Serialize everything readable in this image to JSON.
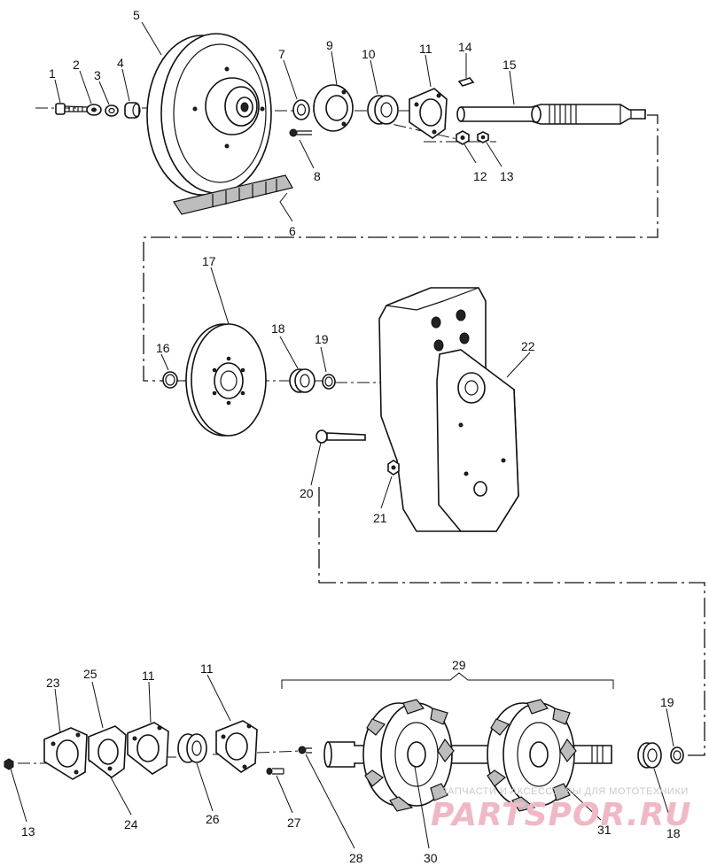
{
  "diagram": {
    "callouts": [
      {
        "id": "c1",
        "text": "1"
      },
      {
        "id": "c2",
        "text": "2"
      },
      {
        "id": "c3",
        "text": "3"
      },
      {
        "id": "c4",
        "text": "4"
      },
      {
        "id": "c5",
        "text": "5"
      },
      {
        "id": "c6",
        "text": "6"
      },
      {
        "id": "c7",
        "text": "7"
      },
      {
        "id": "c8",
        "text": "8"
      },
      {
        "id": "c9",
        "text": "9"
      },
      {
        "id": "c10",
        "text": "10"
      },
      {
        "id": "c11a",
        "text": "11"
      },
      {
        "id": "c12",
        "text": "12"
      },
      {
        "id": "c13a",
        "text": "13"
      },
      {
        "id": "c14",
        "text": "14"
      },
      {
        "id": "c15",
        "text": "15"
      },
      {
        "id": "c16",
        "text": "16"
      },
      {
        "id": "c17",
        "text": "17"
      },
      {
        "id": "c18a",
        "text": "18"
      },
      {
        "id": "c19a",
        "text": "19"
      },
      {
        "id": "c20",
        "text": "20"
      },
      {
        "id": "c21",
        "text": "21"
      },
      {
        "id": "c22",
        "text": "22"
      },
      {
        "id": "c23",
        "text": "23"
      },
      {
        "id": "c25",
        "text": "25"
      },
      {
        "id": "c11b",
        "text": "11"
      },
      {
        "id": "c11c",
        "text": "11"
      },
      {
        "id": "c29",
        "text": "29"
      },
      {
        "id": "c19b",
        "text": "19"
      },
      {
        "id": "c13b",
        "text": "13"
      },
      {
        "id": "c24",
        "text": "24"
      },
      {
        "id": "c26",
        "text": "26"
      },
      {
        "id": "c27",
        "text": "27"
      },
      {
        "id": "c28",
        "text": "28"
      },
      {
        "id": "c30",
        "text": "30"
      },
      {
        "id": "c31",
        "text": "31"
      },
      {
        "id": "c18b",
        "text": "18"
      }
    ]
  },
  "watermark": {
    "caption": "ЗАПЧАСТИ И АКСЕССУАРЫ ДЛЯ МОТОТЕХНИКИ",
    "brand": "PARTSPOR.RU"
  }
}
